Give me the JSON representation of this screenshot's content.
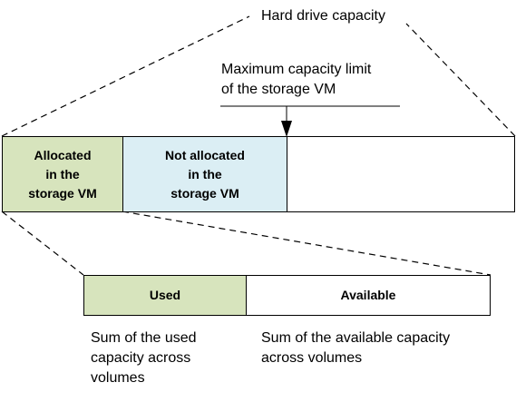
{
  "labels": {
    "hard_drive_capacity": "Hard drive capacity",
    "max_capacity_line1": "Maximum capacity limit",
    "max_capacity_line2": "of the storage VM",
    "used_sum_line1": "Sum of the used",
    "used_sum_line2": "capacity across",
    "used_sum_line3": "volumes",
    "available_sum_line1": "Sum of the available capacity",
    "available_sum_line2": "across volumes"
  },
  "top_bar": {
    "allocated_line1": "Allocated",
    "allocated_line2": "in the",
    "allocated_line3": "storage VM",
    "not_allocated_line1": "Not allocated",
    "not_allocated_line2": "in the",
    "not_allocated_line3": "storage VM"
  },
  "bottom_bar": {
    "used": "Used",
    "available": "Available"
  },
  "colors": {
    "allocated": "#d7e4bd",
    "not_allocated": "#dbeef4",
    "used": "#d7e4bd",
    "available": "#ffffff",
    "outline": "#000000"
  }
}
